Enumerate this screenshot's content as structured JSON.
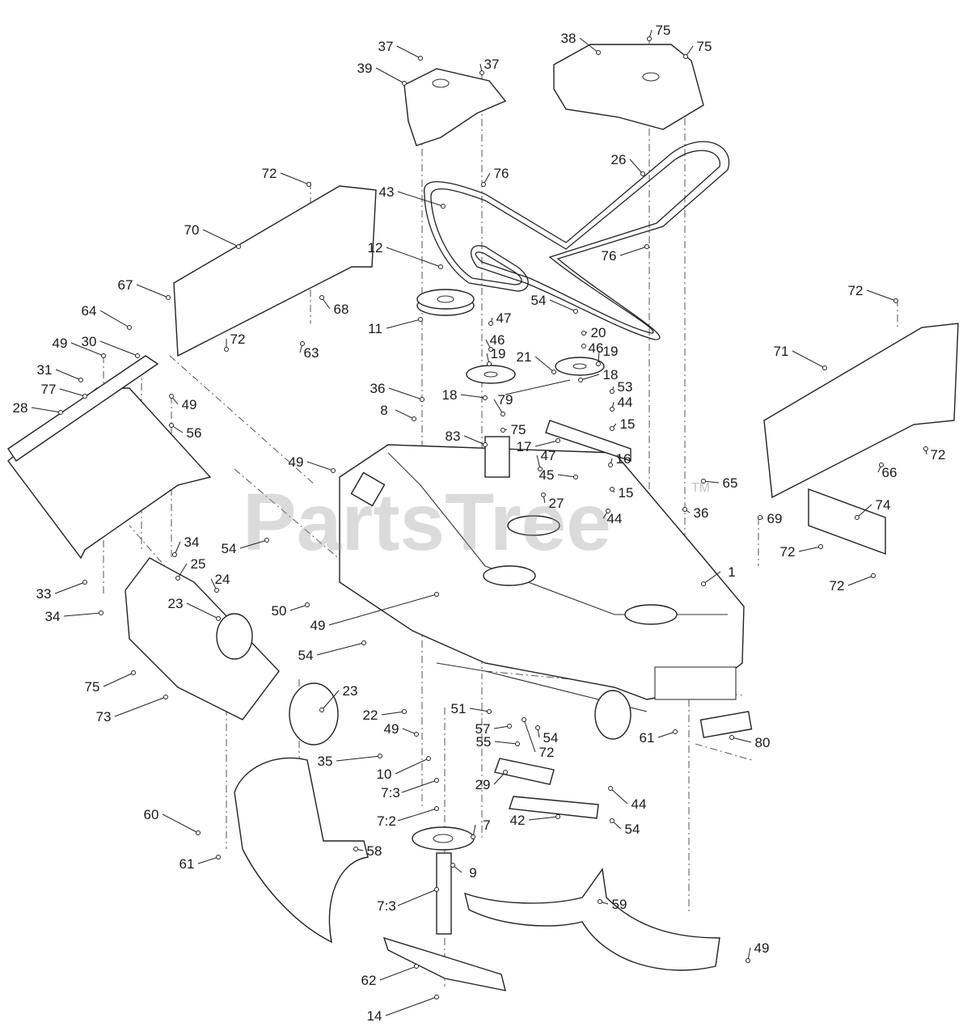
{
  "watermark": {
    "text": "PartsTree",
    "trademark": "TM"
  },
  "callouts": [
    "37",
    "75",
    "38",
    "75",
    "37",
    "39",
    "72",
    "76",
    "26",
    "43",
    "70",
    "12",
    "76",
    "67",
    "68",
    "11",
    "47",
    "54",
    "20",
    "72",
    "64",
    "46",
    "46",
    "19",
    "19",
    "63",
    "71",
    "49",
    "30",
    "72",
    "18",
    "21",
    "18",
    "53",
    "31",
    "77",
    "36",
    "79",
    "44",
    "28",
    "49",
    "8",
    "75",
    "15",
    "56",
    "83",
    "17",
    "47",
    "16",
    "72",
    "49",
    "66",
    "65",
    "45",
    "15",
    "27",
    "36",
    "74",
    "44",
    "69",
    "34",
    "54",
    "72",
    "72",
    "25",
    "24",
    "1",
    "33",
    "34",
    "23",
    "50",
    "49",
    "54",
    "75",
    "73",
    "23",
    "51",
    "57",
    "54",
    "22",
    "49",
    "61",
    "80",
    "72",
    "55",
    "35",
    "10",
    "29",
    "7:3",
    "44",
    "7:2",
    "42",
    "54",
    "60",
    "7",
    "58",
    "61",
    "7:3",
    "59",
    "9",
    "49",
    "62",
    "14"
  ]
}
